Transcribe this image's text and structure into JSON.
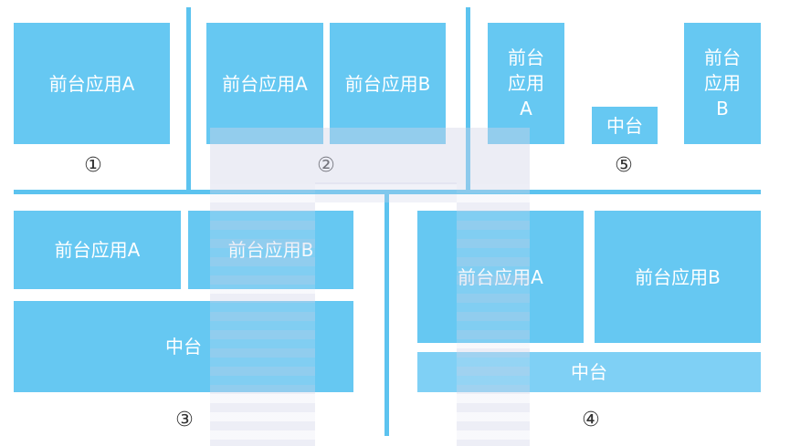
{
  "panel_1": {
    "app_a": "前台应用A",
    "number": "①"
  },
  "panel_2": {
    "app_a": "前台应用A",
    "app_b": "前台应用B",
    "number": "②"
  },
  "panel_3": {
    "app_a": "前台应用A",
    "app_b": "前台应用B",
    "middle": "中台",
    "number": "③"
  },
  "panel_4": {
    "app_a": "前台应用A",
    "app_b": "前台应用B",
    "middle": "中台",
    "number": "④"
  },
  "panel_5": {
    "app_a_lines": [
      "前台",
      "应用",
      "A"
    ],
    "app_b_lines": [
      "前台",
      "应用",
      "B"
    ],
    "middle": "中台",
    "number": "⑤"
  },
  "colors": {
    "box": "#66c8f2",
    "divider": "#5cc3ef",
    "watermark": "#d2d4e8"
  }
}
